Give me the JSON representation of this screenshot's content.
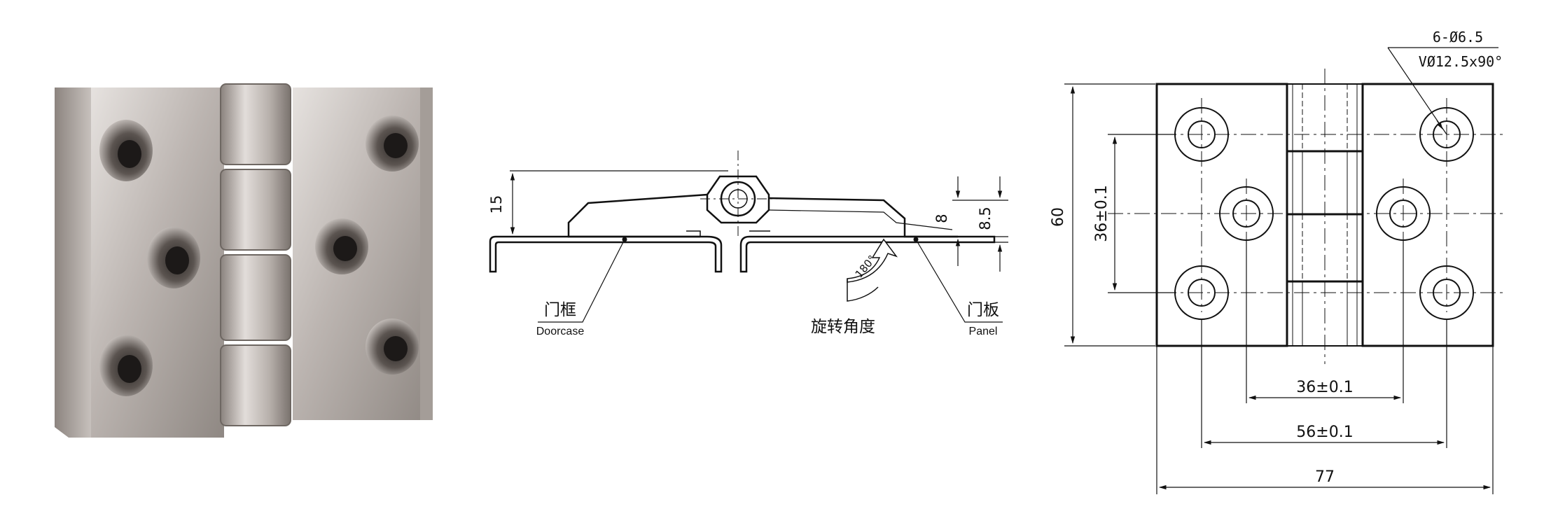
{
  "section_view": {
    "dim_overall_height": "15",
    "dim_leaf_thickness": "8",
    "dim_panel_thickness": "8.5",
    "rotation_angle": "180°",
    "rotation_label_cn": "旋转角度",
    "frame_label_cn": "门框",
    "frame_label_en": "Doorcase",
    "panel_label_cn": "门板",
    "panel_label_en": "Panel"
  },
  "front_view": {
    "hole_spec_count": "6-Ø6.5",
    "hole_spec_countersink": "VØ12.5x90°",
    "dim_height": "60",
    "dim_vertical_spacing": "36±0.1",
    "dim_horizontal_spacing_inner": "36±0.1",
    "dim_horizontal_spacing_outer": "56±0.1",
    "dim_width": "77"
  },
  "colors": {
    "line": "#111111",
    "metal_light": "#d6d2cf",
    "metal_dark": "#7d7672"
  }
}
